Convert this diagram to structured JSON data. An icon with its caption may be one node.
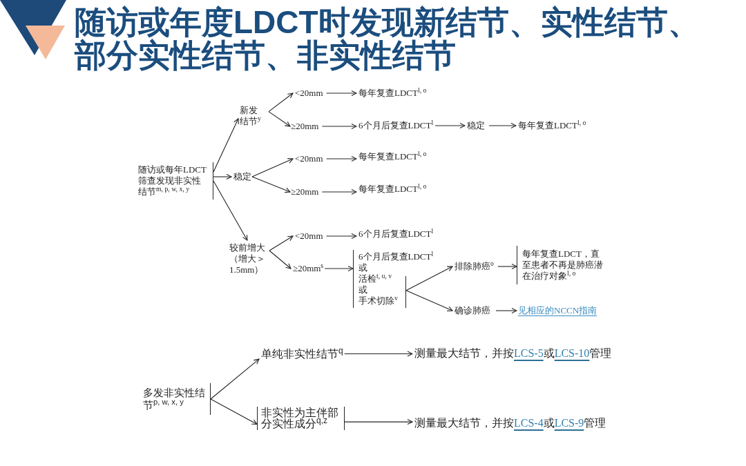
{
  "diagram": {
    "title": "随访或年度LDCT时发现新结节、实性结节、部分实性结节、非实性结节",
    "nodes": [
      {
        "text": [
          "随访或每年LDCT筛查发现非实性结节$^{m, p, w, x, y}$"
        ]
      },
      {
        "text": [
          "新发结节$^{y}$"
        ]
      },
      {
        "text": [
          "<20mm"
        ]
      },
      {
        "text": [
          "每年复查LDCT$^{l, o}$"
        ]
      },
      {
        "text": [
          "≥20mm"
        ]
      },
      {
        "text": [
          "6个月后复查LDCT$^{l}$"
        ]
      },
      {
        "text": [
          "稳定"
        ]
      },
      {
        "text": [
          "每年复查LDCT$^{l, o}$"
        ]
      },
      {
        "text": [
          "稳定"
        ]
      },
      {
        "text": [
          "<20mm"
        ]
      },
      {
        "text": [
          "每年复查LDCT$^{l, o}$"
        ]
      },
      {
        "text": [
          "≥20mm"
        ]
      },
      {
        "text": [
          "每年复查LDCT$^{l, o}$"
        ]
      },
      {
        "text": [
          "较前增大（增大＞1.5mm）"
        ]
      },
      {
        "text": [
          "<20mm"
        ]
      },
      {
        "text": [
          "6个月后复查LDCT$^{l}$"
        ]
      },
      {
        "text": [
          "≥20mm$^{s}$"
        ]
      },
      {
        "text": [
          "6个月后复查LDCT$^{l}$",
          "或",
          "活检$^{t, u, v}$",
          "或",
          "手术切除$^{v}$"
        ]
      },
      {
        "text": [
          "排除肺癌$^{o}$"
        ]
      },
      {
        "text": [
          "每年复查LDCT，直至患者不再是肺癌潜在治疗对象$^{l, o}$"
        ]
      },
      {
        "text": [
          "确诊肺癌"
        ]
      },
      {
        "text": [
          "见相应的NCCN指南"
        ]
      },
      {
        "text": [
          "多发非实性结节$^{p, w, x, y}$"
        ]
      },
      {
        "text": [
          "单纯非实性结节$^{q}$"
        ]
      },
      {
        "text": [
          "测量最大结节，并按",
          "LCS-5",
          "或",
          "LCS-10",
          "管理"
        ]
      },
      {
        "text": [
          "非实性为主伴部分实性成分$^{q,z}$"
        ]
      },
      {
        "text": [
          "测量最大结节，并按",
          "LCS-4",
          "或",
          "LCS-9",
          "管理"
        ]
      }
    ],
    "edges": [
      {
        "from": 0,
        "to": 1,
        "arrow": "to"
      },
      {
        "from": 0,
        "to": 8,
        "arrow": "to"
      },
      {
        "from": 0,
        "to": 13,
        "arrow": "to"
      },
      {
        "from": 1,
        "to": 2,
        "arrow": "to"
      },
      {
        "from": 1,
        "to": 4,
        "arrow": "to"
      },
      {
        "from": 2,
        "to": 3,
        "arrow": "to"
      },
      {
        "from": 4,
        "to": 5,
        "arrow": "to"
      },
      {
        "from": 5,
        "to": 6,
        "arrow": "to"
      },
      {
        "from": 6,
        "to": 7,
        "arrow": "to"
      },
      {
        "from": 8,
        "to": 9,
        "arrow": "to"
      },
      {
        "from": 8,
        "to": 11,
        "arrow": "to"
      },
      {
        "from": 9,
        "to": 10,
        "arrow": "to"
      },
      {
        "from": 11,
        "to": 12,
        "arrow": "to"
      },
      {
        "from": 13,
        "to": 14,
        "arrow": "to"
      },
      {
        "from": 13,
        "to": 16,
        "arrow": "to"
      },
      {
        "from": 14,
        "to": 15,
        "arrow": "to"
      },
      {
        "from": 16,
        "to": 17,
        "arrow": "to"
      },
      {
        "from": 17,
        "to": 18,
        "arrow": "to"
      },
      {
        "from": 17,
        "to": 20,
        "arrow": "to"
      },
      {
        "from": 18,
        "to": 19,
        "arrow": "to"
      },
      {
        "from": 20,
        "to": 21,
        "arrow": "to"
      },
      {
        "from": 22,
        "to": 23,
        "arrow": "to"
      },
      {
        "from": 22,
        "to": 25,
        "arrow": "to"
      },
      {
        "from": 23,
        "to": 24,
        "arrow": "to"
      },
      {
        "from": 25,
        "to": 26,
        "arrow": "to"
      }
    ]
  }
}
